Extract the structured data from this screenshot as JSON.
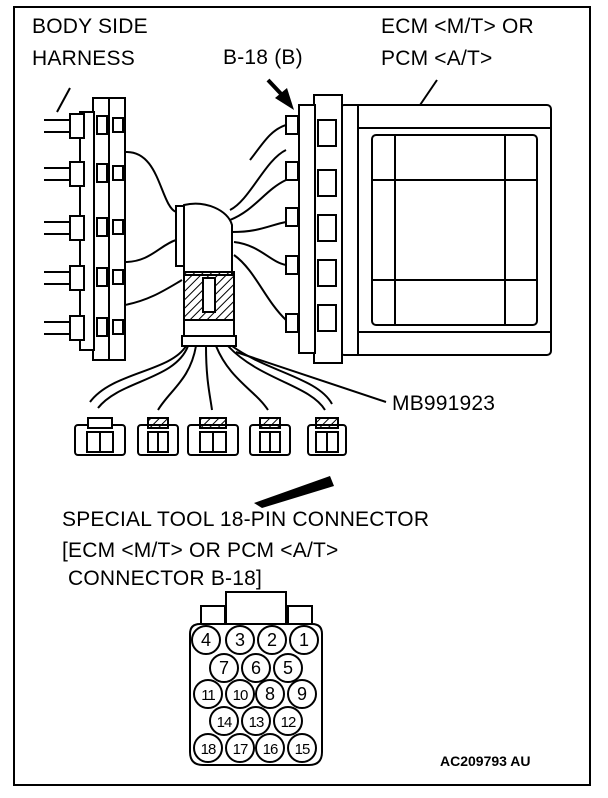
{
  "labels": {
    "body_side_harness": [
      "BODY SIDE",
      "HARNESS"
    ],
    "connector_ref": "B-18 (B)",
    "ecm_pcm": [
      "ECM <M/T> OR",
      "PCM <A/T>"
    ],
    "tool_number": "MB991923",
    "special_tool": [
      "SPECIAL TOOL 18-PIN CONNECTOR",
      "[ECM <M/T> OR PCM <A/T>",
      " CONNECTOR B-18]"
    ],
    "figure_code": "AC209793 AU"
  },
  "pins": {
    "row1": [
      "4",
      "3",
      "2",
      "1"
    ],
    "row2": [
      "7",
      "6",
      "5"
    ],
    "row3": [
      "11",
      "10",
      "8",
      "9"
    ],
    "row4": [
      "14",
      "13",
      "12"
    ],
    "row5": [
      "18",
      "17",
      "16",
      "15"
    ]
  }
}
